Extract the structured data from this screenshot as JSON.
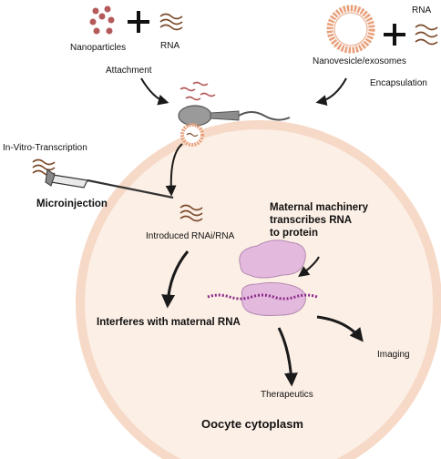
{
  "labels": {
    "nanoparticles": "Nanoparticles",
    "rna_left": "RNA",
    "rna_right": "RNA",
    "nanovesicle": "Nanovesicle/exosomes",
    "attachment": "Attachment",
    "encapsulation": "Encapsulation",
    "ivt": "In-Vitro-Transcription",
    "microinjection": "Microinjection",
    "introduced": "Introduced RNAi/RNA",
    "maternal_machinery": "Maternal machinery\ntranscribes RNA\nto protein",
    "interferes": "Interferes with maternal RNA",
    "imaging": "Imaging",
    "therapeutics": "Therapeutics",
    "cytoplasm": "Oocyte cytoplasm"
  },
  "colors": {
    "oocyte_fill": "#fcefe6",
    "oocyte_edge": "#f6d9c6",
    "nanoparticle": "#b45a5a",
    "vesicle": "#e8a17c",
    "ribosome": "#e3b9de",
    "rna_strand": "#8d2a8a",
    "arrow": "#1a1a1a"
  }
}
